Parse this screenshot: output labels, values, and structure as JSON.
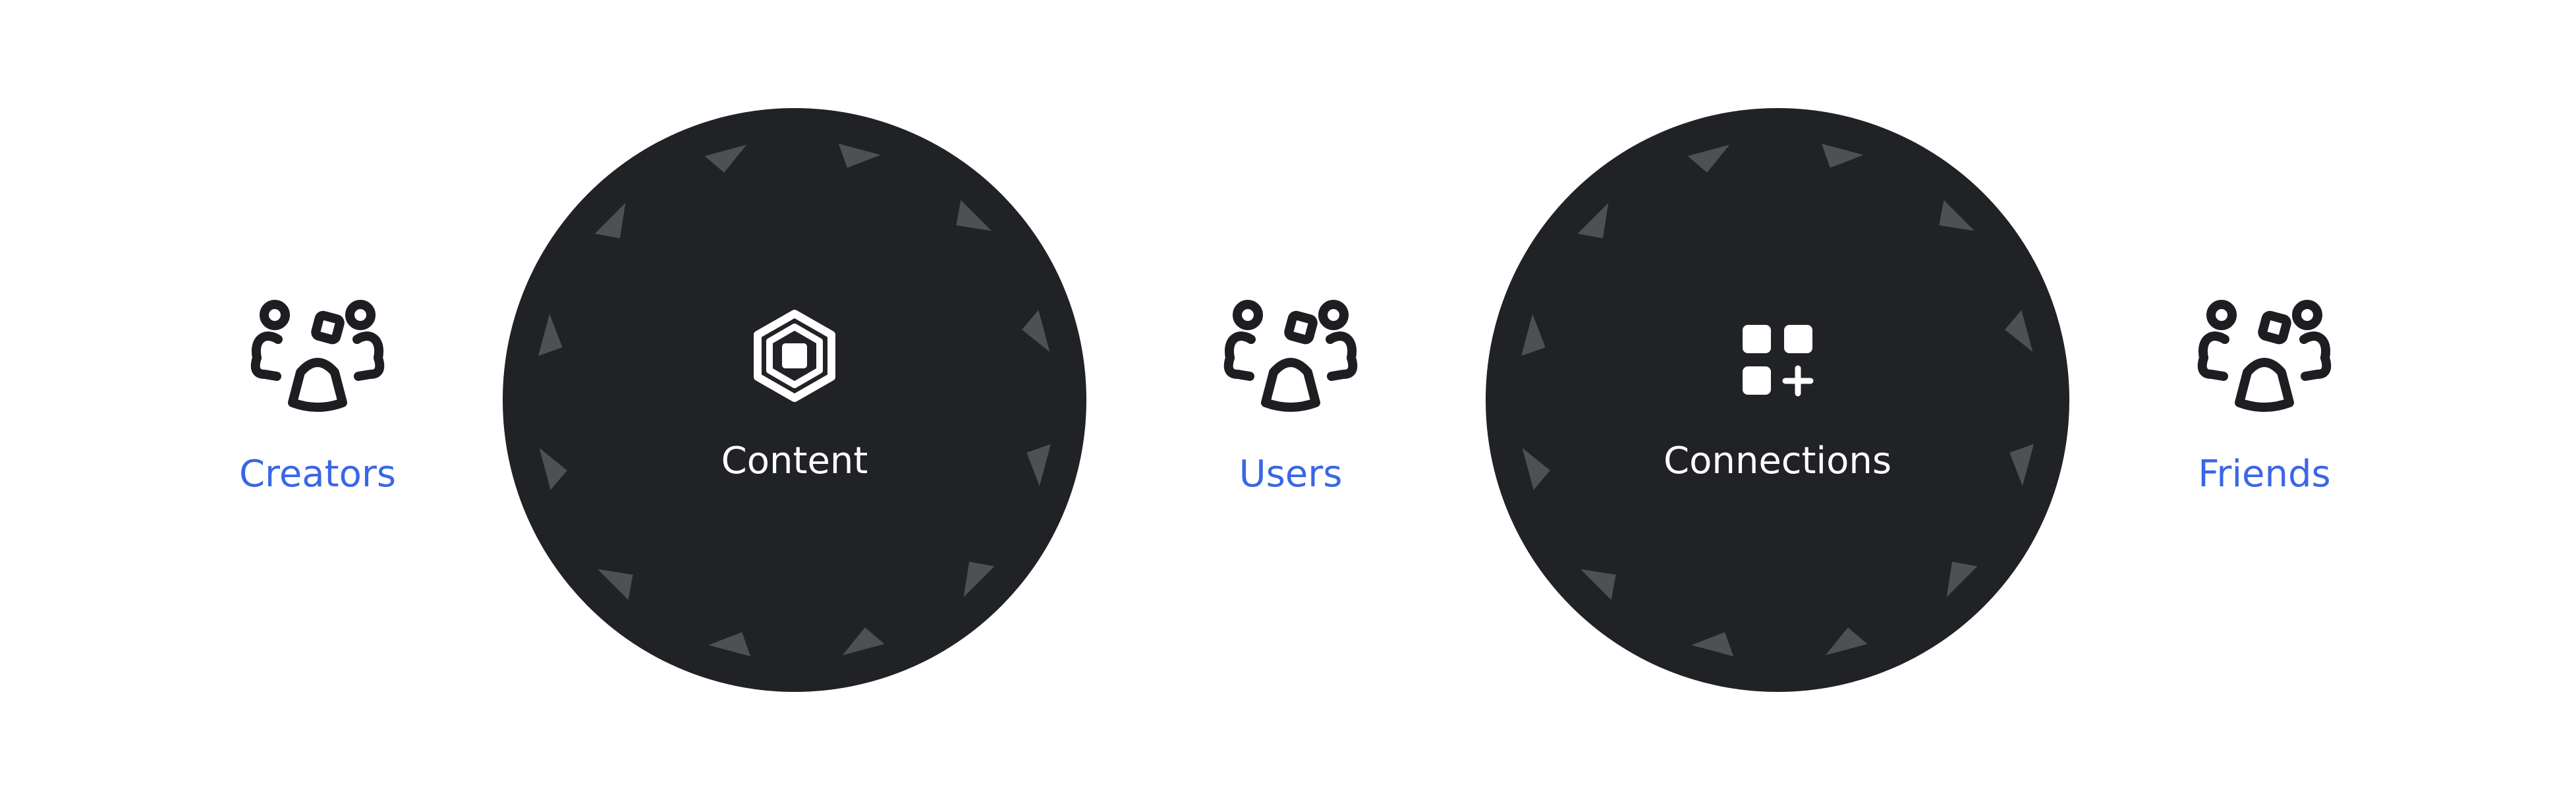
{
  "colors": {
    "background": "#ffffff",
    "hub_fill": "#212226",
    "hub_text": "#ffffff",
    "hub_marker": "#4f5054",
    "endpoint_text": "#3b66e6",
    "endpoint_icon": "#1d1e22"
  },
  "endpoints": [
    {
      "label": "Creators",
      "icon": "users-group-icon"
    },
    {
      "label": "Users",
      "icon": "users-group-icon"
    },
    {
      "label": "Friends",
      "icon": "users-group-icon"
    }
  ],
  "hubs": [
    {
      "label": "Content",
      "icon": "hexagon-box-icon"
    },
    {
      "label": "Connections",
      "icon": "grid-plus-icon"
    }
  ]
}
